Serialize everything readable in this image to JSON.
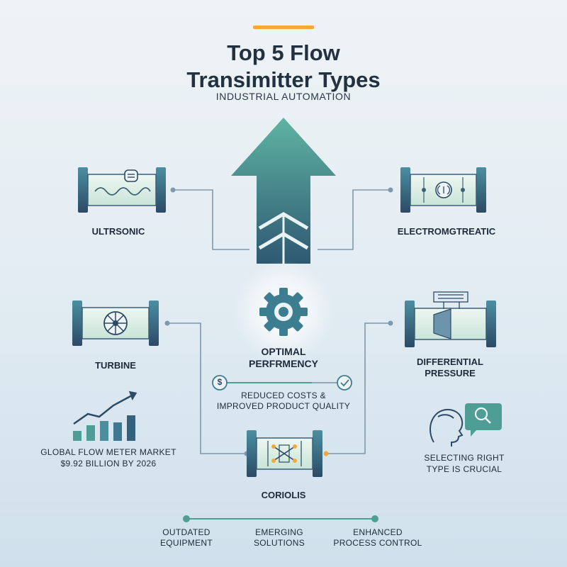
{
  "header": {
    "title_line1": "Top 5 Flow",
    "title_line2": "Transimitter Types",
    "subtitle": "INDUSTRIAL AUTOMATION"
  },
  "transmitters": {
    "ultrasonic": "ULTRSONIC",
    "electromagnetic": "ELECTROMGTREATIC",
    "turbine": "TURBINE",
    "differential_line1": "DIFFERENTIAL",
    "differential_line2": "PRESSURE",
    "coriolis": "CORIOLIS"
  },
  "center": {
    "line1": "OPTIMAL",
    "line2": "PERFRMENCY",
    "benefit_line1": "REDUCED COSTS &",
    "benefit_line2": "IMPROVED PRODUCT QUALITY",
    "dollar_symbol": "$"
  },
  "market": {
    "line1": "GLOBAL FLOW METER MARKET",
    "line2": "$9.92 BILLION BY 2026"
  },
  "selection": {
    "line1": "SELECTING RIGHT",
    "line2": "TYPE IS CRUCIAL"
  },
  "timeline": {
    "step1_line1": "OUTDATED",
    "step1_line2": "EQUIPMENT",
    "step2_line1": "EMERGING",
    "step2_line2": "SOLUTIONS",
    "step3_line1": "ENHANCED",
    "step3_line2": "PROCESS CONTROL"
  },
  "colors": {
    "accent": "#f2a93b",
    "teal": "#4f9e95",
    "navy": "#2f4f6b",
    "pipe_fill": "#dff0e8"
  }
}
